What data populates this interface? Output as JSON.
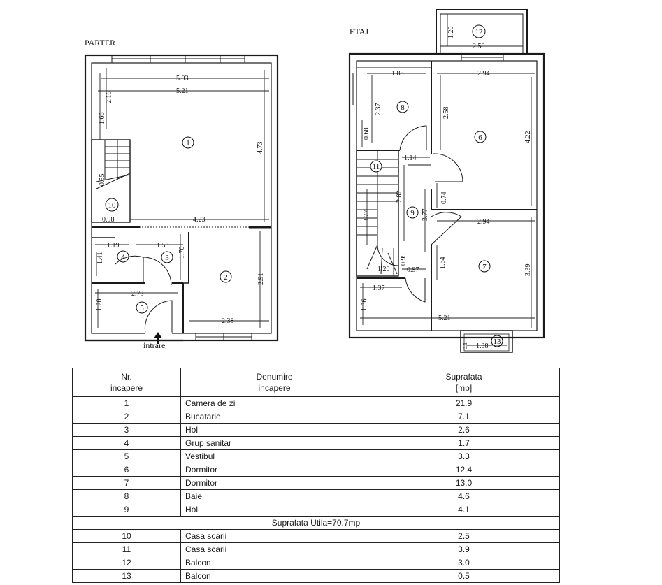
{
  "plans": {
    "ground_title": "PARTER",
    "upper_title": "ETAJ",
    "entrance_label": "intrare",
    "room_numbers": [
      "1",
      "2",
      "3",
      "4",
      "5",
      "6",
      "7",
      "8",
      "9",
      "10",
      "11",
      "12",
      "13"
    ],
    "ground_dimensions": [
      "5.03",
      "5.21",
      "2.16",
      "1.66",
      "4.73",
      "0.55",
      "0.98",
      "4.23",
      "1.19",
      "1.53",
      "1.41",
      "1.70",
      "2.91",
      "2.73",
      "1.20",
      "2.38"
    ],
    "upper_dimensions": [
      "1.20",
      "2.50",
      "1.88",
      "2.94",
      "2.37",
      "2.58",
      "4.22",
      "0.68",
      "1.14",
      "0.74",
      "2.82",
      "3.77",
      "3.77",
      "2.94",
      "0.95",
      "0.97",
      "1.20",
      "1.64",
      "3.39",
      "1.37",
      "1.36",
      "5.21",
      "1.38",
      "0.1"
    ]
  },
  "table": {
    "headers": {
      "nr": [
        "Nr.",
        "incapere"
      ],
      "name": [
        "Denumire",
        "incapere"
      ],
      "area": [
        "Suprafata",
        "[mp]"
      ]
    },
    "rows_main": [
      {
        "nr": "1",
        "name": "Camera de zi",
        "area": "21.9"
      },
      {
        "nr": "2",
        "name": "Bucatarie",
        "area": "7.1"
      },
      {
        "nr": "3",
        "name": "Hol",
        "area": "2.6"
      },
      {
        "nr": "4",
        "name": "Grup sanitar",
        "area": "1.7"
      },
      {
        "nr": "5",
        "name": "Vestibul",
        "area": "3.3"
      },
      {
        "nr": "6",
        "name": "Dormitor",
        "area": "12.4"
      },
      {
        "nr": "7",
        "name": "Dormitor",
        "area": "13.0"
      },
      {
        "nr": "8",
        "name": "Baie",
        "area": "4.6"
      },
      {
        "nr": "9",
        "name": "Hol",
        "area": "4.1"
      }
    ],
    "summary": "Suprafata Utila=70.7mp",
    "rows_extra": [
      {
        "nr": "10",
        "name": "Casa scarii",
        "area": "2.5"
      },
      {
        "nr": "11",
        "name": "Casa scarii",
        "area": "3.9"
      },
      {
        "nr": "12",
        "name": "Balcon",
        "area": "3.0"
      },
      {
        "nr": "13",
        "name": "Balcon",
        "area": "0.5"
      }
    ]
  }
}
